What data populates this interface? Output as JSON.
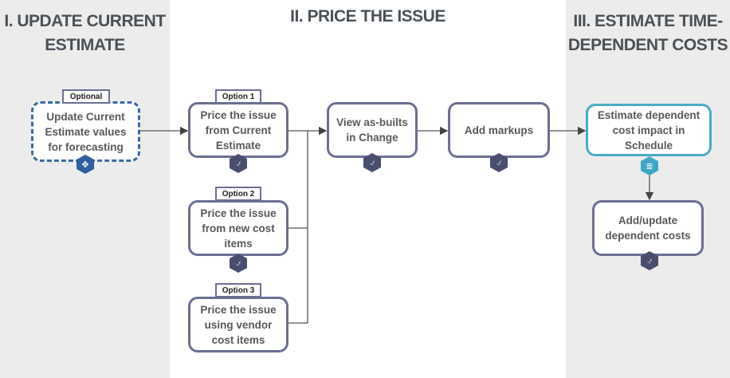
{
  "sections": [
    {
      "title_line1": "I. UPDATE CURRENT",
      "title_line2": "ESTIMATE"
    },
    {
      "title_line1": "II. PRICE THE ISSUE"
    },
    {
      "title_line1": "III. ESTIMATE TIME-",
      "title_line2": "DEPENDENT COSTS"
    }
  ],
  "nodes": {
    "update": {
      "tag": "Optional",
      "text": "Update Current Estimate values for forecasting",
      "icon": "estimate-icon"
    },
    "opt1": {
      "tag": "Option 1",
      "text": "Price the issue from Current Estimate",
      "icon": "cost-icon"
    },
    "opt2": {
      "tag": "Option 2",
      "text": "Price the issue from new cost items",
      "icon": "cost-icon"
    },
    "opt3": {
      "tag": "Option 3",
      "text": "Price the issue using vendor cost items"
    },
    "asbuilts": {
      "text": "View as-builts in Change",
      "icon": "cost-icon"
    },
    "markups": {
      "text": "Add markups",
      "icon": "cost-icon"
    },
    "schedule": {
      "text": "Estimate dependent cost impact in Schedule",
      "icon": "schedule-icon"
    },
    "dependent": {
      "text": "Add/update dependent costs",
      "icon": "cost-icon"
    }
  },
  "colors": {
    "panel": "#ececec",
    "box": "#6b6f92",
    "dashed": "#3d6aa4",
    "teal": "#4bacc6"
  }
}
